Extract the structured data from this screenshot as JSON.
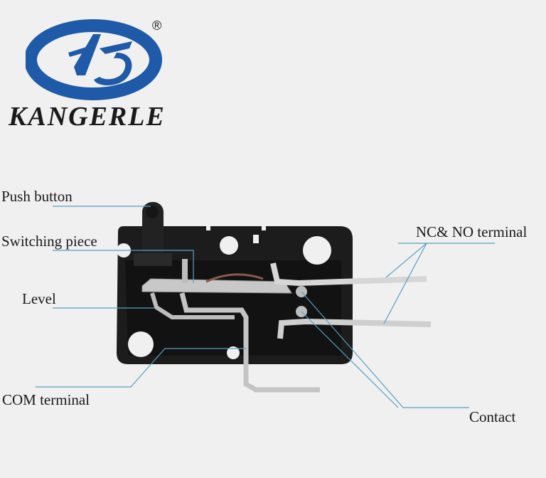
{
  "brand": {
    "name": "KANGERLE",
    "registered_mark": "®",
    "logo_color": "#1e5aa8"
  },
  "diagram": {
    "subject": "micro switch cutaway",
    "leader_line_color": "#5a9ec0",
    "labels": [
      {
        "id": "push-button",
        "text": "Push button"
      },
      {
        "id": "switching-piece",
        "text": "Switching piece"
      },
      {
        "id": "level",
        "text": "Level"
      },
      {
        "id": "com-terminal",
        "text": "COM terminal"
      },
      {
        "id": "nc-no-terminal",
        "text": "NC& NO terminal"
      },
      {
        "id": "contact",
        "text": "Contact"
      }
    ]
  }
}
